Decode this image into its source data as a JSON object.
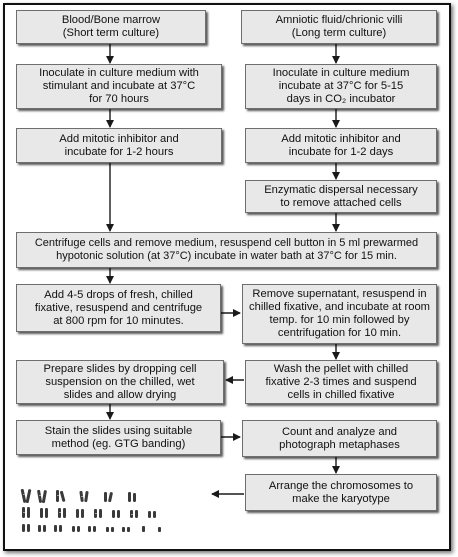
{
  "diagram": {
    "title": "",
    "colors": {
      "box_fill": "#e8e8e8",
      "box_border": "#6e6e6e",
      "arrow": "#1a1a1a",
      "frame": "#111111"
    },
    "nodes": {
      "blood_source": "Blood/Bone marrow\n(Short term culture)",
      "amniotic_source": "Amniotic fluid/chrionic villi\n(Long term culture)",
      "inoculate_short": "Inoculate in culture medium with\nstimulant and incubate at 37°C\nfor 70 hours",
      "inoculate_long": "Inoculate in culture medium\nincubate at 37°C for 5-15\ndays in CO₂ incubator",
      "mitotic_short": "Add mitotic inhibitor and\nincubate for 1-2 hours",
      "mitotic_long": "Add mitotic inhibitor and\nincubate for 1-2 days",
      "enzymatic": "Enzymatic dispersal necessary\nto remove attached cells",
      "centrifuge": "Centrifuge cells and remove medium, resuspend cell button in 5 ml prewarmed\nhypotonic solution (at 37°C) incubate in water bath at 37°C for 15 min.",
      "fixative_drops": "Add 4-5 drops of fresh, chilled\nfixative, resuspend and centrifuge\nat 800 rpm for 10 minutes.",
      "remove_supernatant": "Remove supernatant, resuspend in\nchilled fixative, and incubate at room\ntemp. for 10 min followed by\ncentrifugation for 10 min.",
      "prepare_slides": "Prepare slides by dropping cell\nsuspension on the chilled, wet\nslides and allow drying",
      "wash_pellet": "Wash the pellet with chilled\nfixative 2-3 times and suspend\ncells in chilled fixative",
      "stain_slides": "Stain the slides using suitable\nmethod (eg. GTG banding)",
      "count_analyze": "Count and analyze and\nphotograph metaphases",
      "arrange_karyotype": "Arrange the chromosomes to\nmake the karyotype"
    }
  }
}
